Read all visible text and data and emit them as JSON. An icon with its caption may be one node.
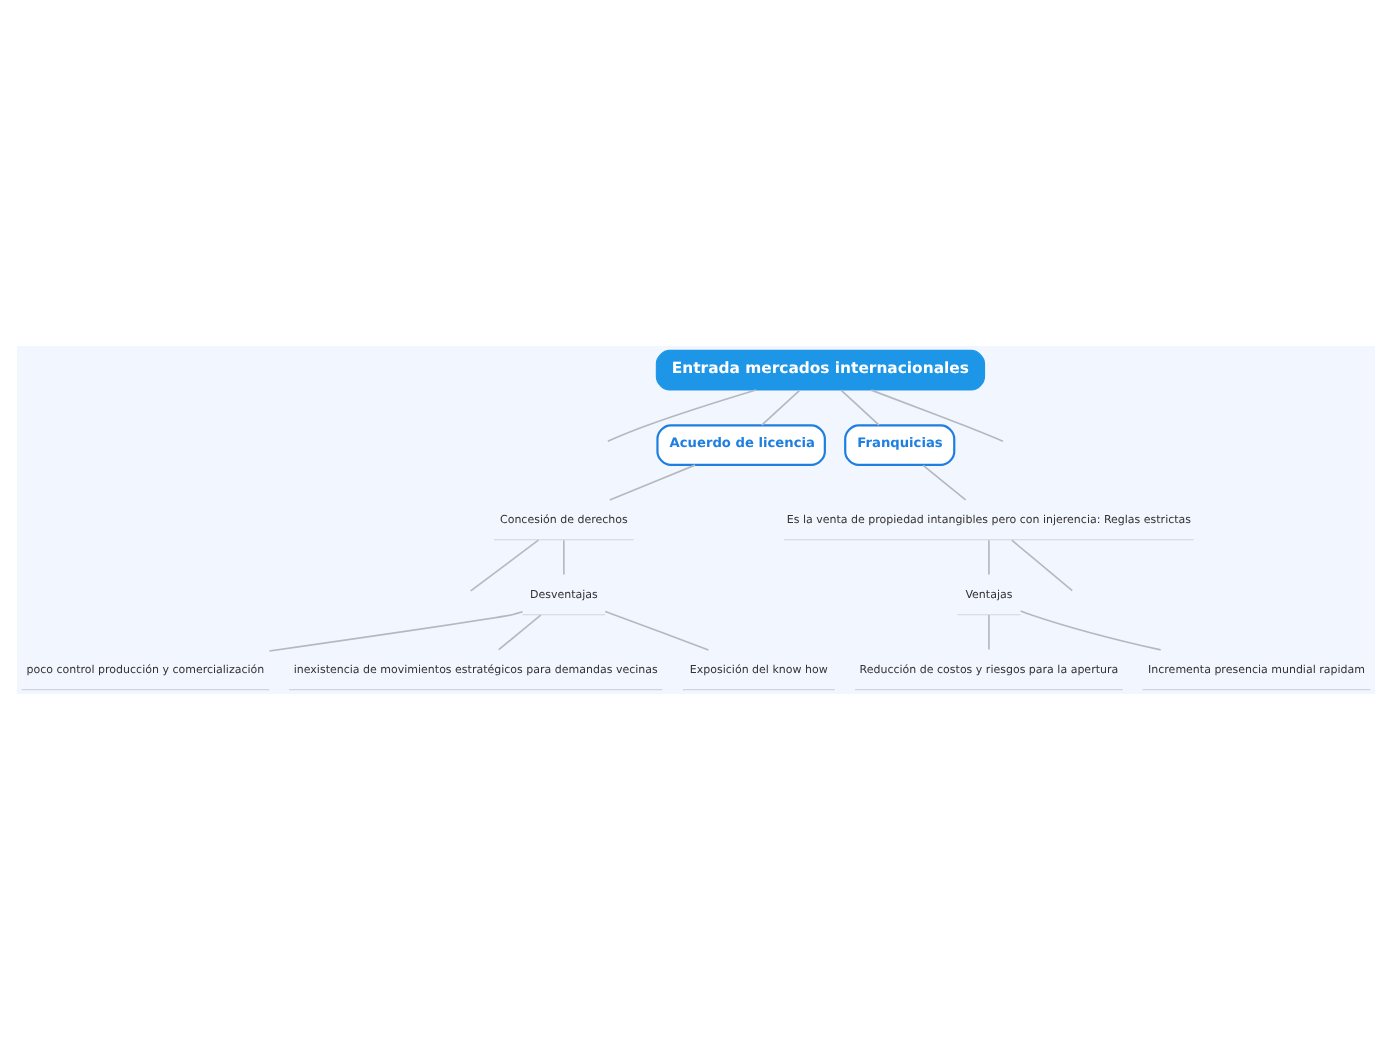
{
  "diagram": {
    "nodes": [
      {
        "text": [
          "Entrada mercados internacionales"
        ]
      },
      {
        "text": [
          "Acuerdo de licencia"
        ]
      },
      {
        "text": [
          "Concesión de derechos"
        ]
      },
      {
        "text": [
          "Desventajas"
        ]
      },
      {
        "text": [
          "poco control producción y comercialización"
        ]
      },
      {
        "text": [
          "inexistencia de movimientos estratégicos para demandas vecinas"
        ]
      },
      {
        "text": [
          "Exposición del know how"
        ]
      },
      {
        "text": [
          "Franquicias"
        ]
      },
      {
        "text": [
          "Es la venta de propiedad intangibles pero con injerencia: Reglas estrictas"
        ]
      },
      {
        "text": [
          "Ventajas"
        ]
      },
      {
        "text": [
          "Reducción de costos y riesgos para la apertura"
        ]
      },
      {
        "text": [
          "Incrementa presencia mundial rapidam"
        ]
      }
    ],
    "edges": [
      {
        "from": 0,
        "to": null,
        "arrow": "none"
      },
      {
        "from": 0,
        "to": 1,
        "arrow": "none"
      },
      {
        "from": 0,
        "to": 7,
        "arrow": "none"
      },
      {
        "from": 0,
        "to": null,
        "arrow": "none"
      },
      {
        "from": 1,
        "to": 2,
        "arrow": "none"
      },
      {
        "from": 2,
        "to": null,
        "arrow": "none"
      },
      {
        "from": 2,
        "to": 3,
        "arrow": "none"
      },
      {
        "from": 3,
        "to": 4,
        "arrow": "none"
      },
      {
        "from": 3,
        "to": 5,
        "arrow": "none"
      },
      {
        "from": 3,
        "to": 6,
        "arrow": "none"
      },
      {
        "from": 7,
        "to": 8,
        "arrow": "none"
      },
      {
        "from": 8,
        "to": 9,
        "arrow": "none"
      },
      {
        "from": 8,
        "to": null,
        "arrow": "none"
      },
      {
        "from": 9,
        "to": 10,
        "arrow": "none"
      },
      {
        "from": 9,
        "to": 11,
        "arrow": "none"
      }
    ]
  }
}
